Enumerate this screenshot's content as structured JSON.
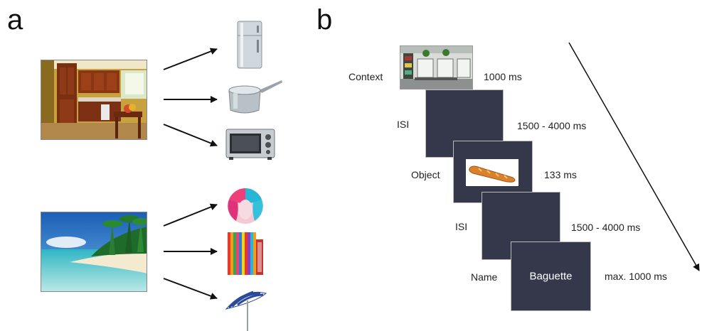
{
  "panel_a": {
    "letter": "a",
    "scenes": [
      {
        "name": "kitchen-scene",
        "objects": [
          "fridge-icon",
          "saucepan-icon",
          "toaster-oven-icon"
        ]
      },
      {
        "name": "beach-scene",
        "objects": [
          "beach-ball-icon",
          "beach-towel-icon",
          "beach-umbrella-icon"
        ]
      }
    ]
  },
  "panel_b": {
    "letter": "b",
    "trial": [
      {
        "label": "Context",
        "duration": "1000 ms",
        "screen_text": ""
      },
      {
        "label": "ISI",
        "duration": "1500 - 4000 ms",
        "screen_text": ""
      },
      {
        "label": "Object",
        "duration": "133 ms",
        "screen_text": ""
      },
      {
        "label": "ISI",
        "duration": "1500 - 4000 ms",
        "screen_text": ""
      },
      {
        "label": "Name",
        "duration": "max. 1000 ms",
        "screen_text": "Baguette"
      }
    ]
  },
  "colors": {
    "screen": "#34384a",
    "arrow": "#111111"
  }
}
